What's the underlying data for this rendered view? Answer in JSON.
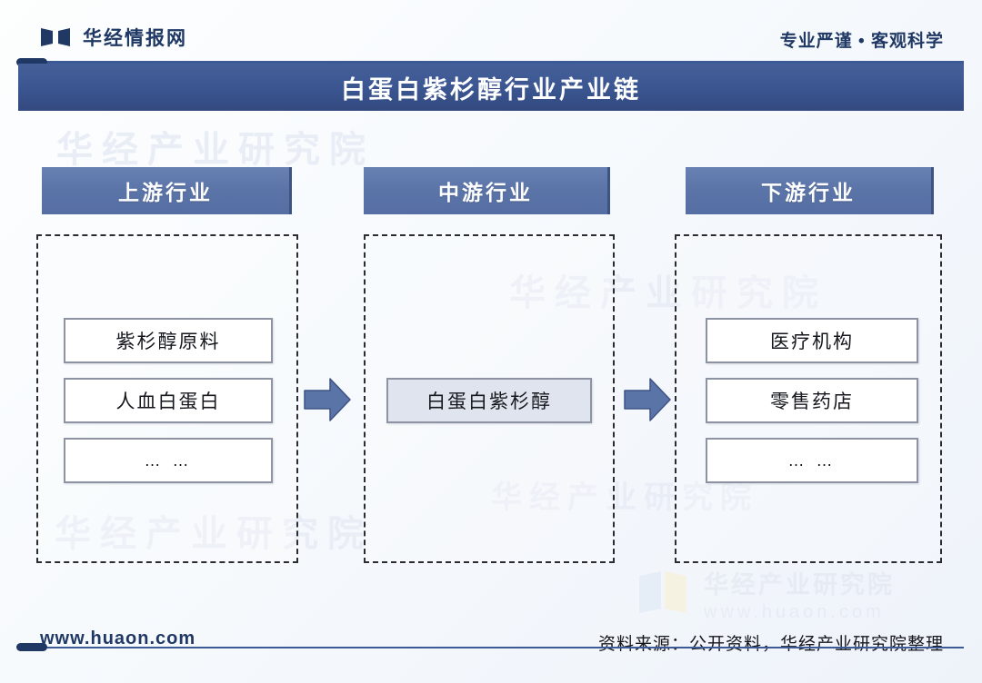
{
  "header": {
    "logo_icon": "huaon-book-logo-icon",
    "brand": "华经情报网",
    "tagline": "专业严谨 • 客观科学"
  },
  "title": {
    "text": "白蛋白紫杉醇行业产业链"
  },
  "background_watermarks": [
    "华经产业研究院",
    "华经产业研究院",
    "华经产业研究院",
    "华经产业研究院"
  ],
  "chain": {
    "columns": [
      {
        "key": "upstream",
        "header": "上游行业",
        "nodes": [
          "紫杉醇原料",
          "人血白蛋白",
          "… …"
        ]
      },
      {
        "key": "midstream",
        "header": "中游行业",
        "nodes": [
          "白蛋白紫杉醇"
        ]
      },
      {
        "key": "downstream",
        "header": "下游行业",
        "nodes": [
          "医疗机构",
          "零售药店",
          "… …"
        ]
      }
    ],
    "arrows": [
      "arrow-right-icon",
      "arrow-right-icon"
    ]
  },
  "watermark": {
    "cn": "华经产业研究院",
    "en": "www.huaon.com",
    "logo_icon": "huaon-panels-logo-icon"
  },
  "footer": {
    "url": "www.huaon.com",
    "source": "资料来源：公开资料，华经产业研究院整理"
  },
  "colors": {
    "brand_navy": "#1f3864",
    "title_band": "#3a5590",
    "column_header": "#5b74a8",
    "arrow_fill": "#5b74a8",
    "node_border": "#8d93a3",
    "mid_node_fill": "#dfe4ee"
  }
}
